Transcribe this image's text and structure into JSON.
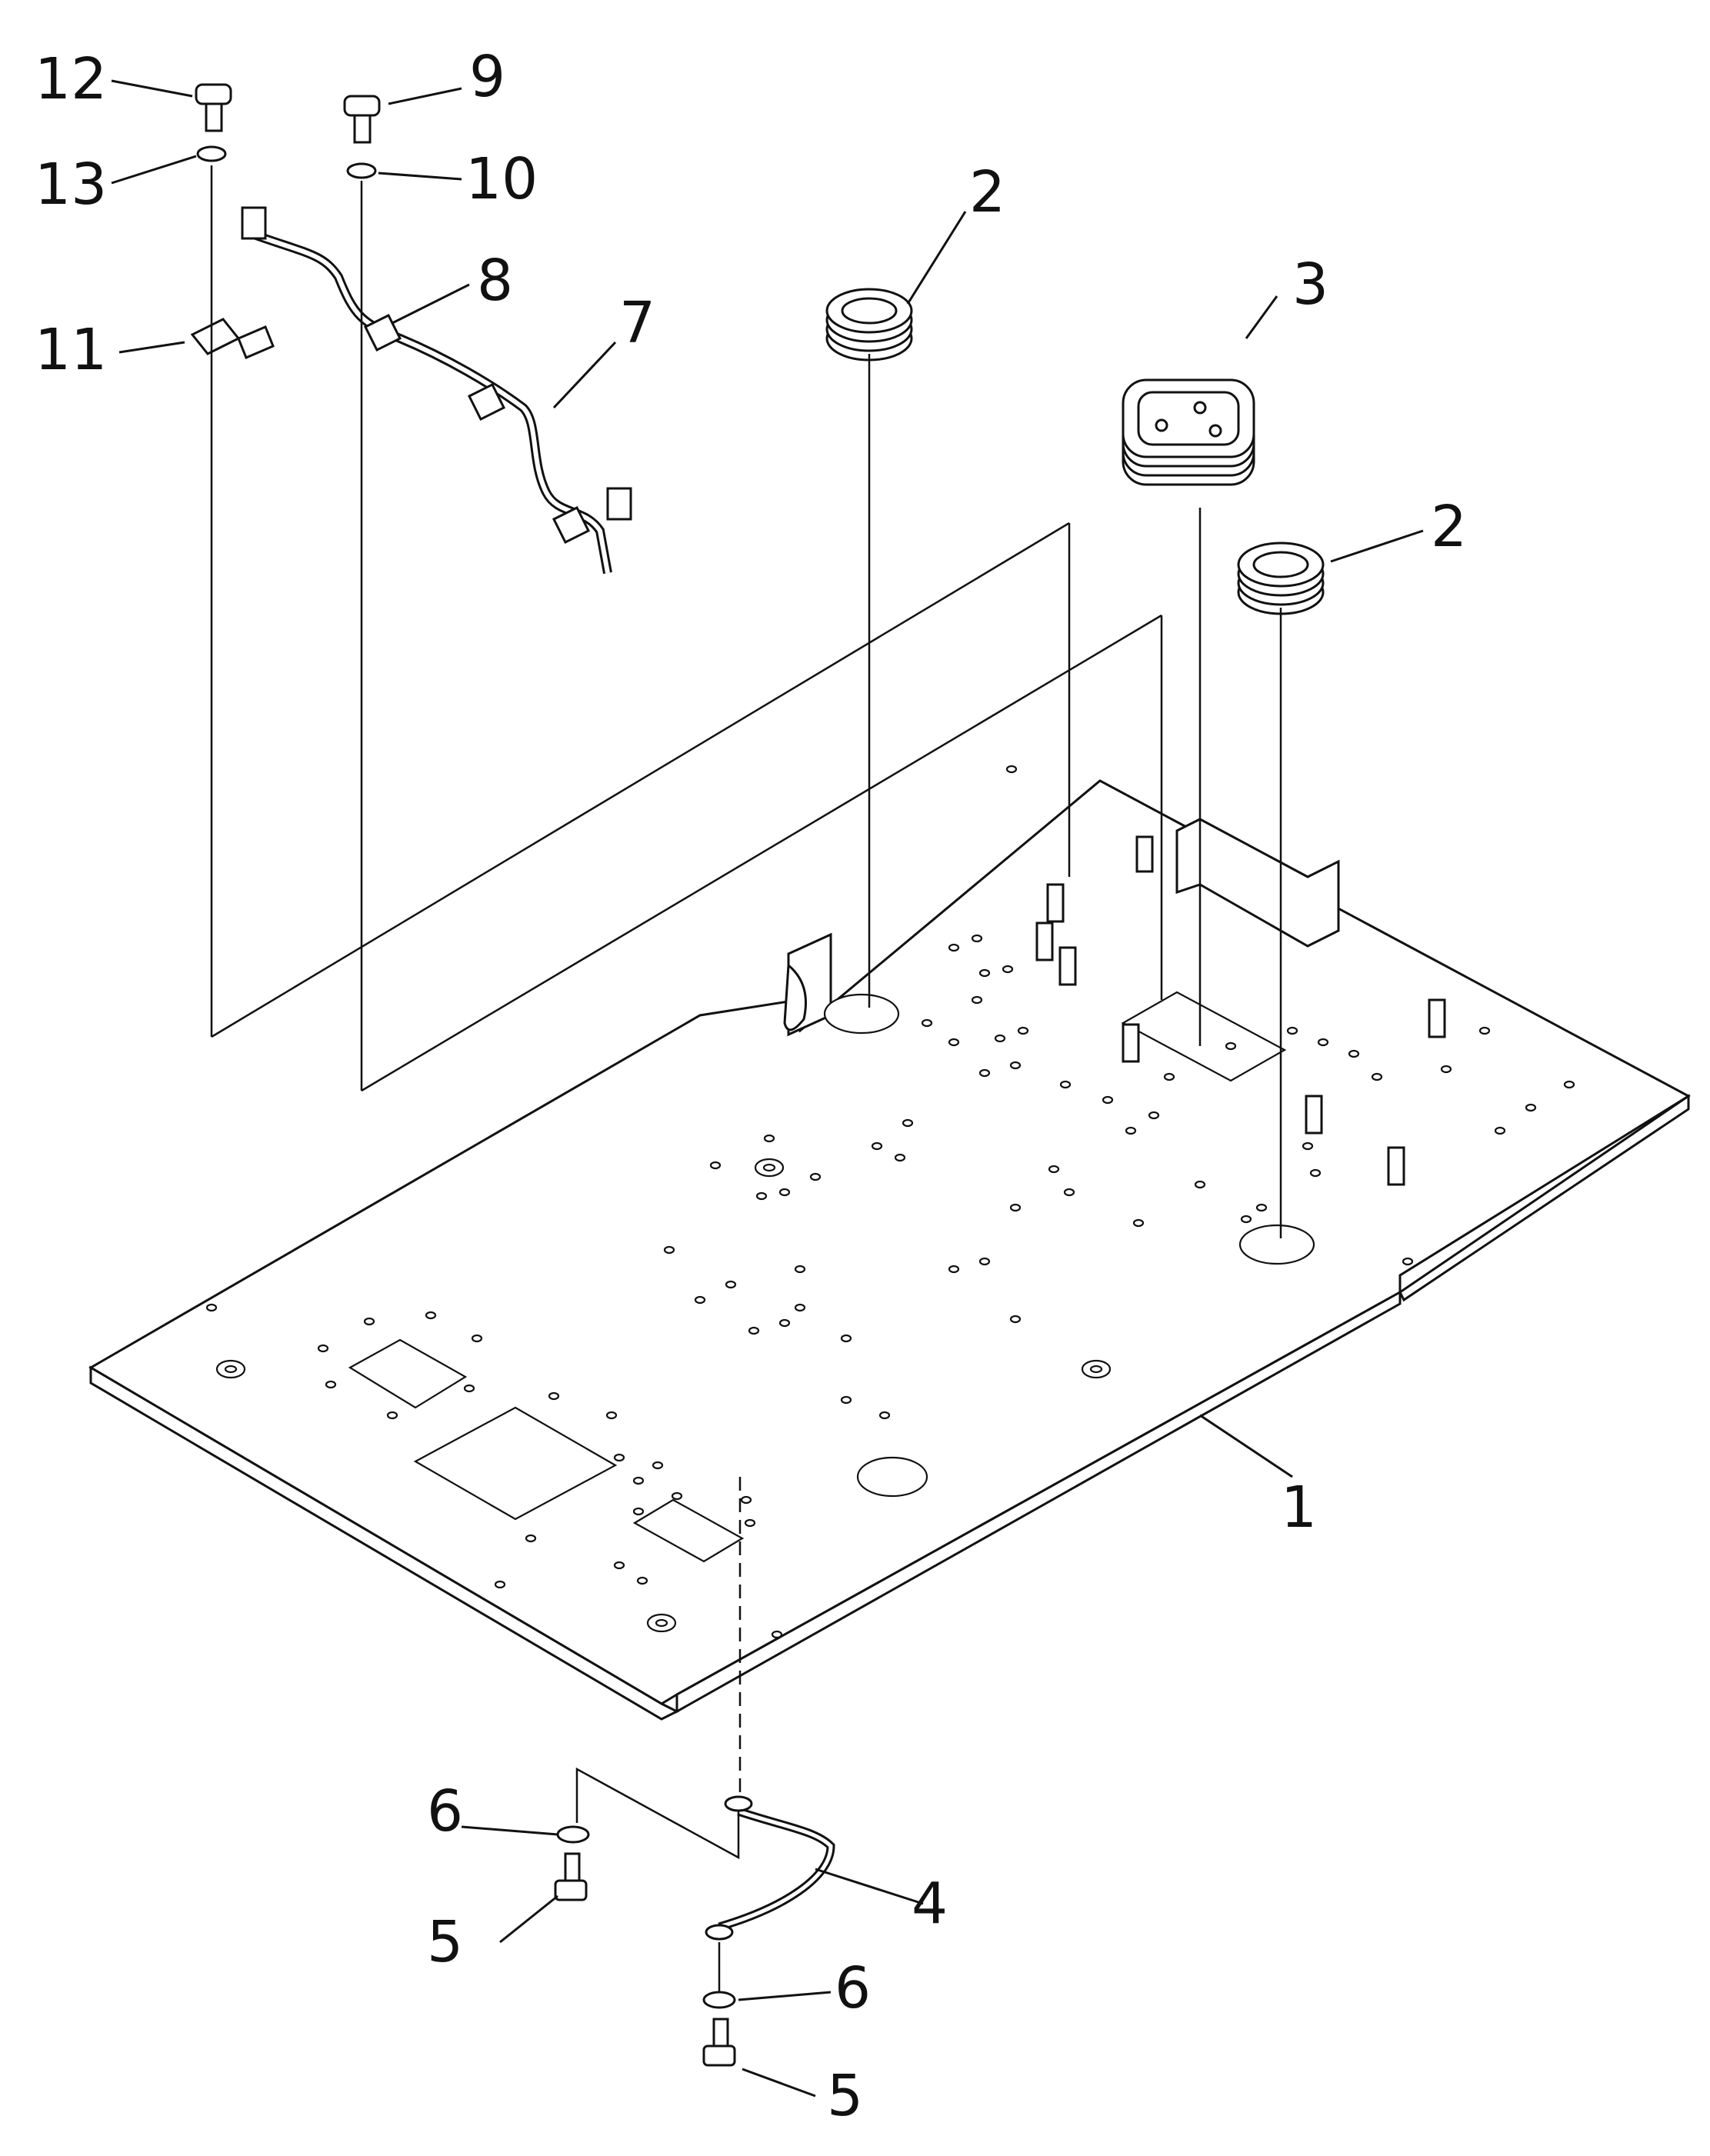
{
  "diagram": {
    "callouts": [
      {
        "id": "c1",
        "label": "1"
      },
      {
        "id": "c2a",
        "label": "2"
      },
      {
        "id": "c2b",
        "label": "2"
      },
      {
        "id": "c3",
        "label": "3"
      },
      {
        "id": "c4",
        "label": "4"
      },
      {
        "id": "c5a",
        "label": "5"
      },
      {
        "id": "c5b",
        "label": "5"
      },
      {
        "id": "c6a",
        "label": "6"
      },
      {
        "id": "c6b",
        "label": "6"
      },
      {
        "id": "c7",
        "label": "7"
      },
      {
        "id": "c8",
        "label": "8"
      },
      {
        "id": "c9",
        "label": "9"
      },
      {
        "id": "c10",
        "label": "10"
      },
      {
        "id": "c11",
        "label": "11"
      },
      {
        "id": "c12",
        "label": "12"
      },
      {
        "id": "c13",
        "label": "13"
      }
    ]
  }
}
